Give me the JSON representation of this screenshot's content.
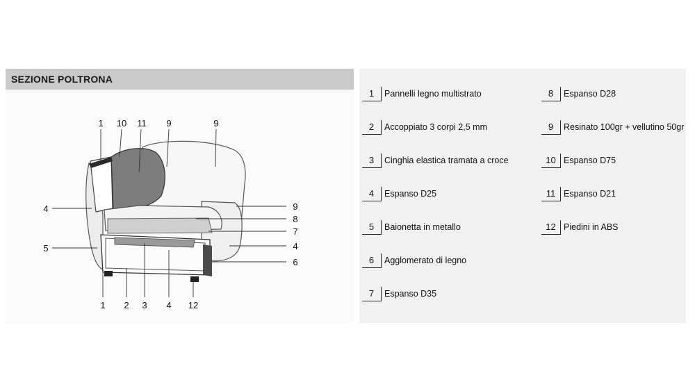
{
  "section": {
    "title": "SEZIONE POLTRONA"
  },
  "callouts": {
    "top": [
      "1",
      "10",
      "11",
      "9",
      "9"
    ],
    "left": [
      "4",
      "5"
    ],
    "right": [
      "9",
      "8",
      "7",
      "4",
      "6"
    ],
    "bottom": [
      "1",
      "2",
      "3",
      "4",
      "12"
    ]
  },
  "legend": [
    {
      "num": "1",
      "label": "Pannelli legno multistrato"
    },
    {
      "num": "2",
      "label": "Accoppiato 3 corpi 2,5 mm"
    },
    {
      "num": "3",
      "label": "Cinghia elastica tramata a croce"
    },
    {
      "num": "4",
      "label": "Espanso D25"
    },
    {
      "num": "5",
      "label": "Baionetta in metallo"
    },
    {
      "num": "6",
      "label": "Agglomerato di legno"
    },
    {
      "num": "7",
      "label": "Espanso D35"
    },
    {
      "num": "8",
      "label": "Espanso D28"
    },
    {
      "num": "9",
      "label": "Resinato 100gr + vellutino 50gr"
    },
    {
      "num": "10",
      "label": "Espanso D75"
    },
    {
      "num": "11",
      "label": "Espanso D21"
    },
    {
      "num": "12",
      "label": "Piedini in ABS"
    }
  ]
}
